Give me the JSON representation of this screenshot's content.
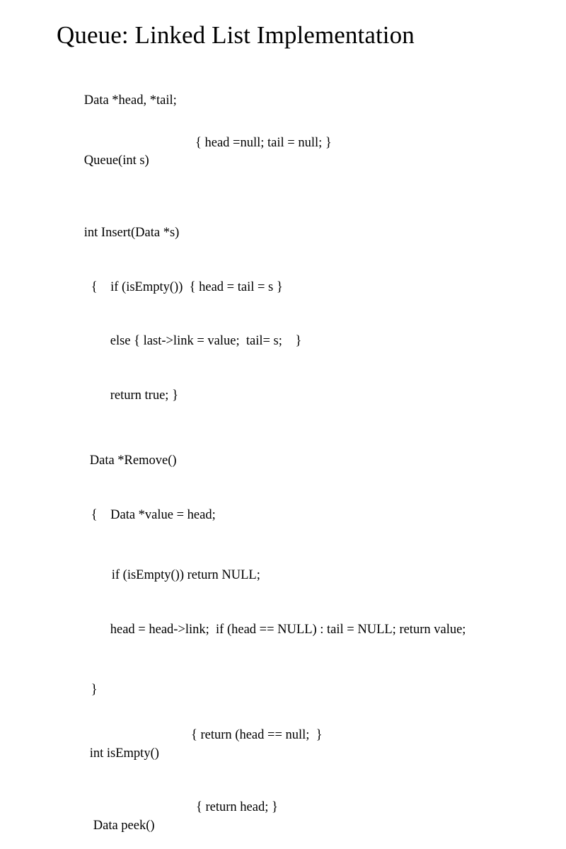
{
  "slide": {
    "title": "Queue: Linked List Implementation",
    "background_color": "#ffffff",
    "text_color": "#000000",
    "code_lines": [
      {
        "id": "field-decl",
        "text": "Data *head, *tail;"
      },
      {
        "id": "ctor-signature",
        "text": "Queue(int s)"
      },
      {
        "id": "ctor-body",
        "text": "{ head =null; tail = null; }"
      },
      {
        "id": "insert-signature",
        "text": "int Insert(Data *s)"
      },
      {
        "id": "insert-if",
        "text": "{    if (isEmpty())  { head = tail = s }"
      },
      {
        "id": "insert-else",
        "text": "else { last->link = value;  tail= s;    }"
      },
      {
        "id": "insert-return",
        "text": "return true; }"
      },
      {
        "id": "remove-signature",
        "text": "Data *Remove()"
      },
      {
        "id": "remove-open",
        "text": "{    Data *value = head;"
      },
      {
        "id": "remove-empty-check",
        "text": "if (isEmpty()) return NULL;"
      },
      {
        "id": "remove-advance",
        "text": "head = head->link;  if (head == NULL) : tail = NULL; return value;"
      },
      {
        "id": "remove-close",
        "text": "}"
      },
      {
        "id": "isempty-signature",
        "text": "int isEmpty()"
      },
      {
        "id": "isempty-body",
        "text": "{ return (head == null;  }"
      },
      {
        "id": "peek-signature",
        "text": "Data peek()"
      },
      {
        "id": "peek-body",
        "text": "{ return head; }"
      }
    ]
  }
}
